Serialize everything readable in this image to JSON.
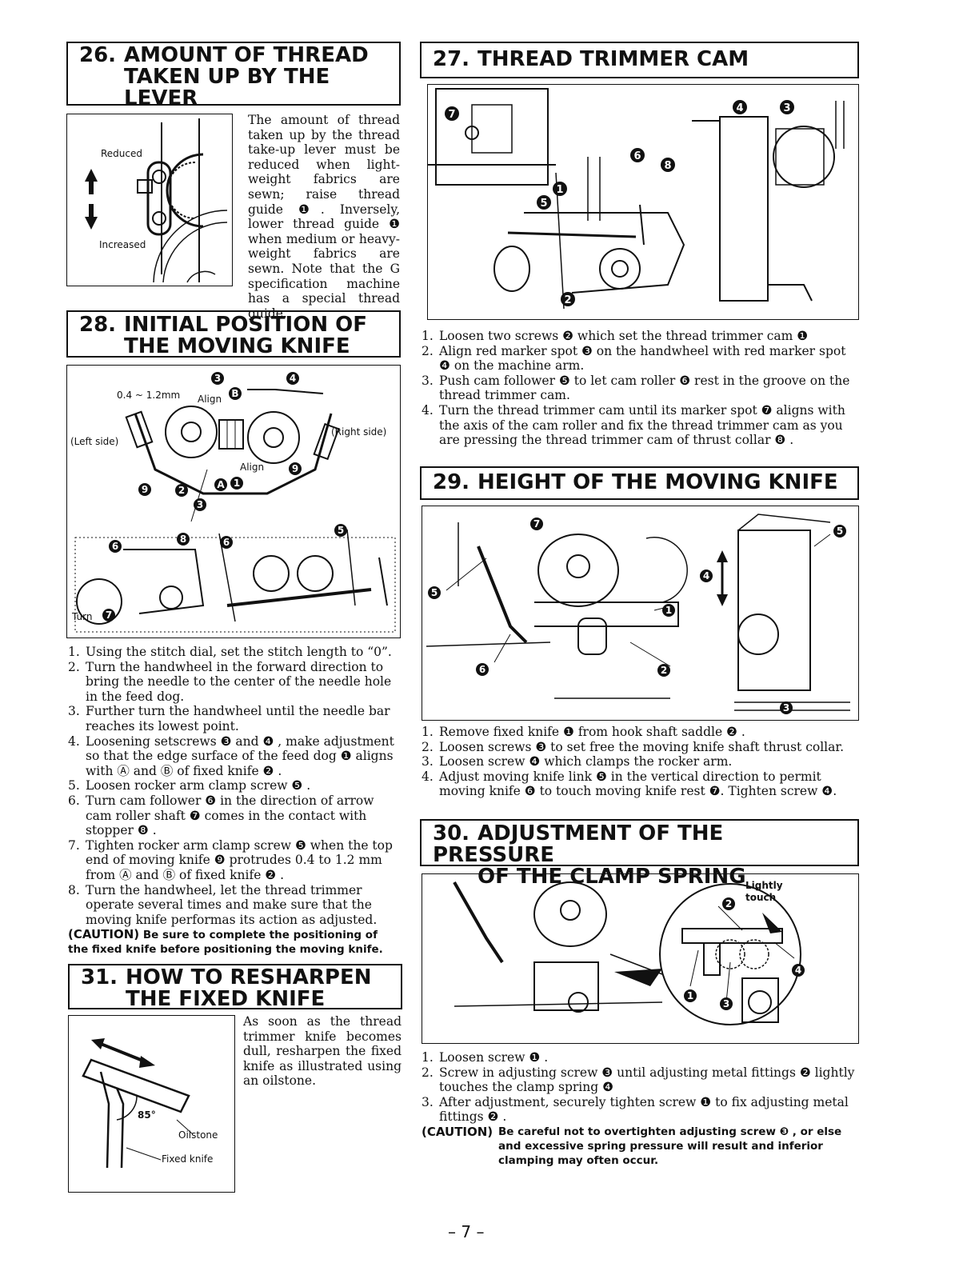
{
  "page_number": "– 7 –",
  "s26": {
    "num": "26.",
    "title1": "AMOUNT OF THREAD",
    "title2": "TAKEN UP BY THE",
    "title3": "LEVER",
    "label_reduced": "Reduced",
    "label_increased": "Increased",
    "body": "The amount of thread taken up by the thread take-up lever must be reduced when light-weight fabrics are sewn; raise thread guide ❶. Inversely, lower thread guide ❶ when medium or heavy-weight fabrics are sewn. Note that the G specification machine has a special thread guide."
  },
  "s27": {
    "num": "27.",
    "title": "THREAD TRIMMER CAM",
    "steps": [
      {
        "n": "1.",
        "t": "Loosen two screws ❷ which set the thread trimmer cam ❶"
      },
      {
        "n": "2.",
        "t": "Align red marker spot ❸ on the handwheel with red marker spot ❹ on the machine arm."
      },
      {
        "n": "3.",
        "t": "Push cam follower ❺ to let cam roller ❻ rest in the groove on the thread trimmer cam."
      },
      {
        "n": "4.",
        "t": "Turn the thread trimmer cam until its marker spot ❼ aligns with the axis of the cam roller and fix the thread trimmer cam as you are pressing the thread trimmer cam of thrust collar ❽ ."
      }
    ]
  },
  "s28": {
    "num": "28.",
    "title1": "INITIAL POSITION OF",
    "title2": "THE MOVING KNIFE",
    "label_range": "0.4 ~ 1.2mm",
    "label_align1": "Align",
    "label_align2": "Align",
    "label_left": "(Left side)",
    "label_right": "(Right side)",
    "label_turn": "Turn",
    "steps": [
      {
        "n": "1.",
        "t": "Using the stitch dial, set the stitch length to “0”."
      },
      {
        "n": "2.",
        "t": "Turn the handwheel in the forward direction to bring the needle to the center of the needle hole in the feed dog."
      },
      {
        "n": "3.",
        "t": "Further turn the handwheel until the needle bar reaches its lowest point."
      },
      {
        "n": "4.",
        "t": "Loosening setscrews ❸ and ❹ , make adjustment so that the edge surface of the feed dog ❶ aligns with Ⓐ and Ⓑ of fixed knife ❷ ."
      },
      {
        "n": "5.",
        "t": "Loosen rocker arm clamp screw ❺ ."
      },
      {
        "n": "6.",
        "t": "Turn cam follower ❻ in the direction of arrow cam roller shaft ❼ comes in the contact with stopper ❽ ."
      },
      {
        "n": "7.",
        "t": "Tighten rocker arm clamp screw ❺ when the top end of moving knife ❾ protrudes 0.4 to 1.2 mm from Ⓐ and Ⓑ of fixed knife ❷ ."
      },
      {
        "n": "8.",
        "t": "Turn the handwheel, let the thread trimmer operate several times and make sure that the moving knife performas its action as adjusted."
      }
    ],
    "caution_label": "(CAUTION)",
    "caution": "Be sure to complete the positioning of the fixed knife before positioning the moving knife."
  },
  "s29": {
    "num": "29.",
    "title": "HEIGHT OF THE MOVING KNIFE",
    "steps": [
      {
        "n": "1.",
        "t": "Remove fixed knife ❶ from hook shaft saddle ❷ ."
      },
      {
        "n": "2.",
        "t": "Loosen screws ❸ to set free the moving knife shaft thrust collar."
      },
      {
        "n": "3.",
        "t": "Loosen screw ❹ which clamps the rocker arm."
      },
      {
        "n": "4.",
        "t": "Adjust moving knife link ❺ in the vertical direction to permit moving knife ❻ to touch moving knife rest ❼. Tighten screw ❹."
      }
    ]
  },
  "s30": {
    "num": "30.",
    "title1": "ADJUSTMENT OF THE PRESSURE",
    "title2": "OF THE CLAMP SPRING",
    "label_lightly": "Lightly",
    "label_touch": "touch",
    "steps": [
      {
        "n": "1.",
        "t": "Loosen screw ❶ ."
      },
      {
        "n": "2.",
        "t": "Screw in adjusting screw ❸ until adjusting metal fittings ❷ lightly touches the clamp spring ❹"
      },
      {
        "n": "3.",
        "t": "After adjustment, securely tighten screw ❶ to fix adjusting metal fittings ❷ ."
      }
    ],
    "caution_label": "(CAUTION)",
    "caution": "Be careful not to overtighten adjusting screw ❸ , or else and excessive spring pressure will result and inferior clamping may often occur."
  },
  "s31": {
    "num": "31.",
    "title1": "HOW TO RESHARPEN",
    "title2": "THE FIXED KNIFE",
    "label_angle": "85°",
    "label_oilstone": "Oilstone",
    "label_fixed_knife": "Fixed knife",
    "body": "As soon as the thread trimmer knife becomes dull, resharpen the fixed knife as illustrated using an oilstone."
  }
}
